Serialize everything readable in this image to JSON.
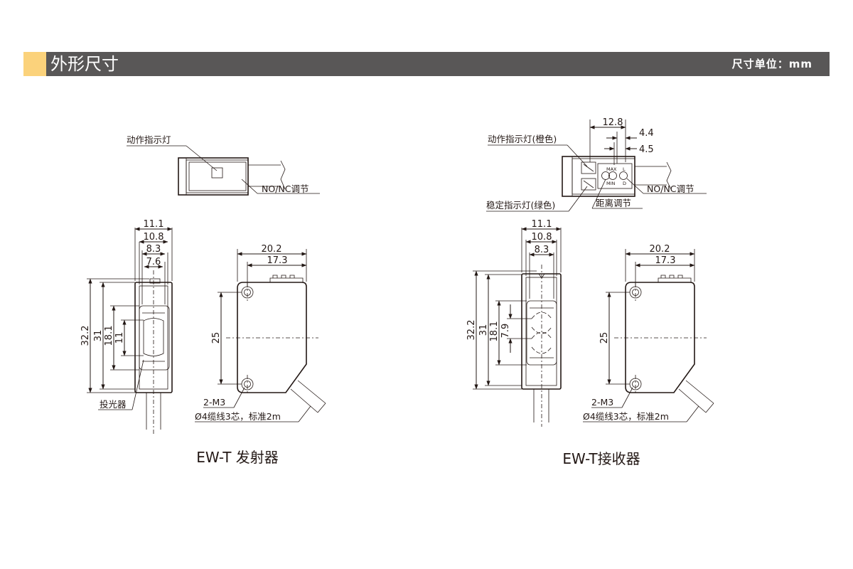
{
  "header": {
    "title": "外形尺寸",
    "unit": "尺寸单位：mm",
    "accent_color": "#fbd27b",
    "bar_color": "#595757"
  },
  "emitter": {
    "caption": "EW-T 发射器",
    "top_labels": {
      "indicator": "动作指示灯",
      "nonc": "NO/NC调节"
    },
    "front_dims": [
      "11.1",
      "10.8",
      "8.3",
      "7.6",
      "32.2",
      "31",
      "18.1",
      "11"
    ],
    "side_dims": [
      "20.2",
      "17.3",
      "25"
    ],
    "labels": {
      "lens": "投光器",
      "screw": "2-M3",
      "cable": "Ø4缆线3芯，标准2m"
    }
  },
  "receiver": {
    "caption": "EW-T接收器",
    "top_labels": {
      "indicator": "动作指示灯(橙色)",
      "stable": "稳定指示灯(绿色)",
      "nonc": "NO/NC调节",
      "distance": "距离调节",
      "max": "MAX",
      "min": "MIN",
      "l": "L",
      "d": "D"
    },
    "top_dims": [
      "12.8",
      "4.4",
      "4.5"
    ],
    "front_dims": [
      "11.1",
      "10.8",
      "8.3",
      "32.2",
      "31",
      "18.1",
      "7.9"
    ],
    "side_dims": [
      "20.2",
      "17.3",
      "25"
    ],
    "labels": {
      "screw": "2-M3",
      "cable": "Ø4缆线3芯，标准2m"
    }
  }
}
